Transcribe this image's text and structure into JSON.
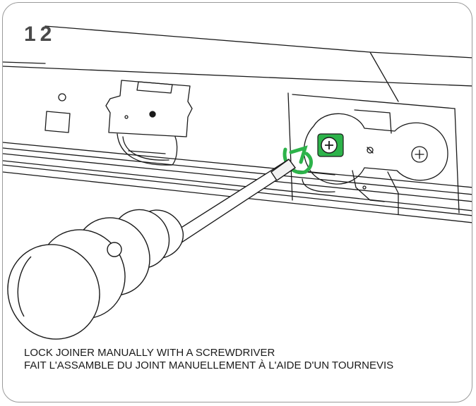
{
  "step": {
    "number": "12"
  },
  "caption": {
    "line_en": "LOCK JOINER MANUALLY WITH A SCREWDRIVER",
    "line_fr": "FAIT L'ASSAMBLE DU JOINT MANUELLEMENT À L'AIDE D'UN TOURNEVIS"
  },
  "colors": {
    "highlight": "#2db34a",
    "line": "#1a1a1a",
    "border": "#9a9a9a"
  }
}
